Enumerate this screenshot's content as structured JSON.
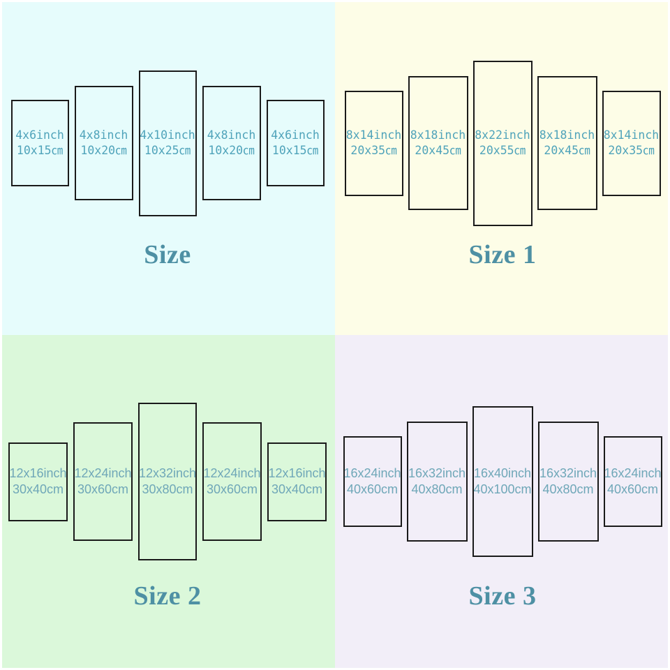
{
  "palette": {
    "section_backgrounds": [
      "#e6fcfc",
      "#fdfde7",
      "#dbf8da",
      "#f2eef8"
    ],
    "panel_border": "#1a1a1a",
    "label_color_top_sections": "#4fa3ba",
    "label_color_bottom_sections": "#6fa7b8",
    "title_color": "#4e90a4",
    "outer_frame": "#ffffff"
  },
  "sections": [
    {
      "title": "Size",
      "background": "#e6fcfc",
      "panels": [
        {
          "inch": "4x6inch",
          "cm": "10x15㎝"
        },
        {
          "inch": "4x8inch",
          "cm": "10x20㎝"
        },
        {
          "inch": "4x10inch",
          "cm": "10x25㎝"
        },
        {
          "inch": "4x8inch",
          "cm": "10x20㎝"
        },
        {
          "inch": "4x6inch",
          "cm": "10x15㎝"
        }
      ]
    },
    {
      "title": "Size 1",
      "background": "#fdfde7",
      "panels": [
        {
          "inch": "8x14inch",
          "cm": "20x35㎝"
        },
        {
          "inch": "8x18inch",
          "cm": "20x45㎝"
        },
        {
          "inch": "8x22inch",
          "cm": "20x55㎝"
        },
        {
          "inch": "8x18inch",
          "cm": "20x45㎝"
        },
        {
          "inch": "8x14inch",
          "cm": "20x35㎝"
        }
      ]
    },
    {
      "title": "Size 2",
      "background": "#dbf8da",
      "panels": [
        {
          "inch": "12x16inch",
          "cm": "30x40cm"
        },
        {
          "inch": "12x24inch",
          "cm": "30x60cm"
        },
        {
          "inch": "12x32inch",
          "cm": "30x80cm"
        },
        {
          "inch": "12x24inch",
          "cm": "30x60cm"
        },
        {
          "inch": "12x16inch",
          "cm": "30x40cm"
        }
      ]
    },
    {
      "title": "Size 3",
      "background": "#f2eef8",
      "panels": [
        {
          "inch": "16x24inch",
          "cm": "40x60cm"
        },
        {
          "inch": "16x32inch",
          "cm": "40x80cm"
        },
        {
          "inch": "16x40inch",
          "cm": "40x100cm"
        },
        {
          "inch": "16x32inch",
          "cm": "40x80cm"
        },
        {
          "inch": "16x24inch",
          "cm": "40x60cm"
        }
      ]
    }
  ]
}
